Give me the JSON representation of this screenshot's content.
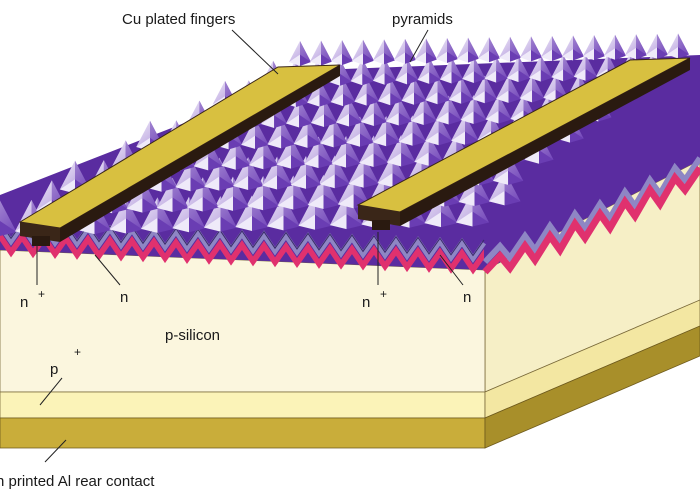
{
  "labels": {
    "cu_fingers": "Cu plated fingers",
    "pyramids": "pyramids",
    "n_plus": "n",
    "plus": "+",
    "n": "n",
    "p_silicon": "p-silicon",
    "p_plus": "p",
    "rear_contact": "n printed Al rear contact"
  },
  "colors": {
    "background": "#ffffff",
    "silicon_bulk": "#fbf6de",
    "silicon_side": "#f6efc6",
    "p_plus_layer": "#fbf3b8",
    "aluminium_rear": "#c9ad3a",
    "aluminium_rear_dark": "#a88f2a",
    "n_layer": "#e0316e",
    "nitride_layer": "#8e86c4",
    "pyramid_dark": "#4b1f8f",
    "pyramid_mid": "#8a5cc9",
    "pyramid_light": "#e8e2f6",
    "copper_finger_top": "#d8c040",
    "copper_finger_side": "#3a2618"
  },
  "icons": [
    "pyramid-texture",
    "copper-finger",
    "leader-line"
  ]
}
